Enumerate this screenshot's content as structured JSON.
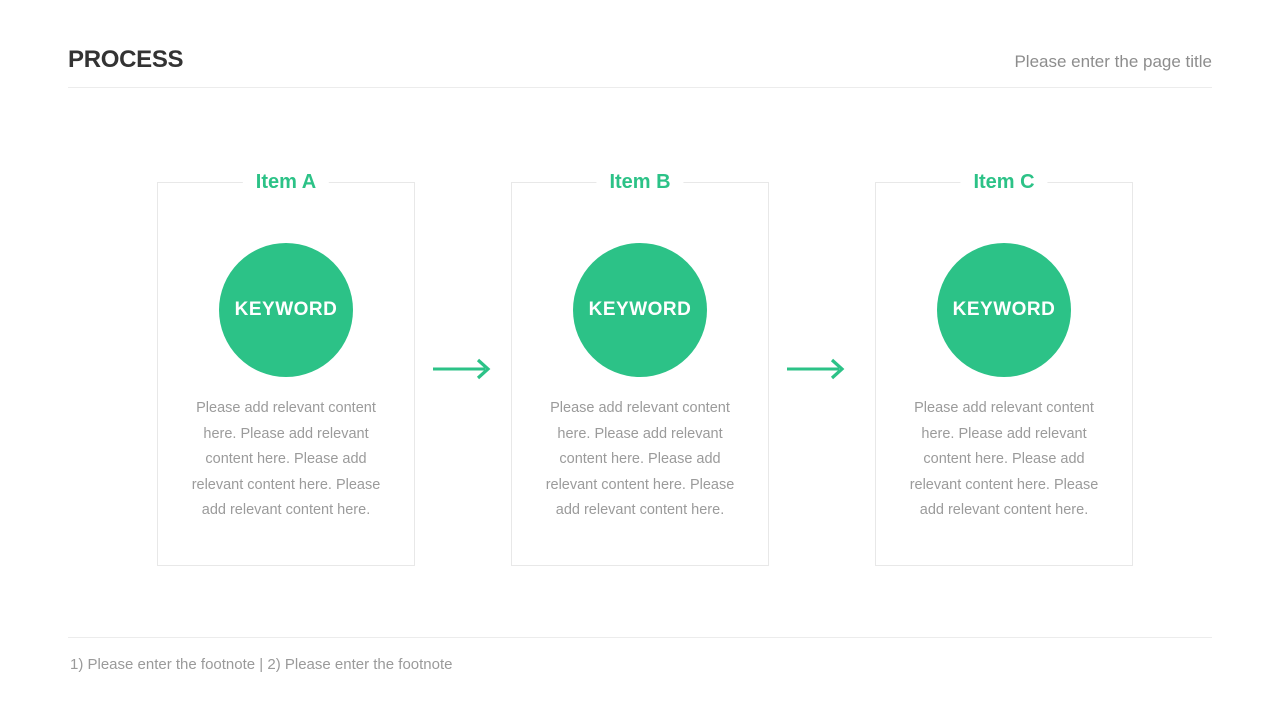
{
  "slide": {
    "title": "PROCESS",
    "page_title_placeholder": "Please enter the page title",
    "footnote": "1) Please enter the footnote | 2) Please enter the footnote"
  },
  "colors": {
    "accent_green": "#2cc287",
    "title_text": "#333333",
    "body_text": "#9b9b9b",
    "card_border": "#e8e8e8",
    "divider": "#ececec"
  },
  "items": [
    {
      "label": "Item A",
      "keyword": "KEYWORD",
      "description": "Please add relevant content here. Please add relevant content here. Please add relevant content here. Please add relevant content here."
    },
    {
      "label": "Item B",
      "keyword": "KEYWORD",
      "description": "Please add relevant content here. Please add relevant content here. Please add relevant content here. Please add relevant content here."
    },
    {
      "label": "Item C",
      "keyword": "KEYWORD",
      "description": "Please add relevant content here. Please add relevant content here. Please add relevant content here. Please add relevant content here."
    }
  ],
  "connectors": [
    {
      "type": "right-arrow"
    },
    {
      "type": "right-arrow"
    }
  ]
}
